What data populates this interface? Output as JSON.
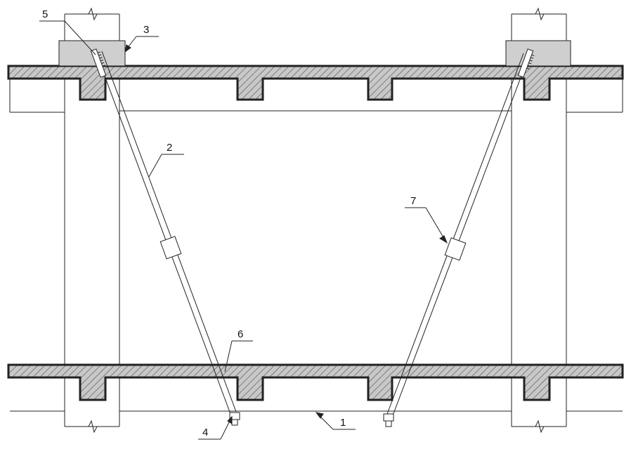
{
  "callouts": {
    "c1": "1",
    "c2": "2",
    "c3": "3",
    "c4": "4",
    "c5": "5",
    "c6": "6",
    "c7": "7"
  },
  "colors": {
    "line": "#222222",
    "concrete_fill": "#c8c8c8",
    "hatch": "#555555",
    "block_fill": "#cfcfcf",
    "background": "#ffffff"
  }
}
